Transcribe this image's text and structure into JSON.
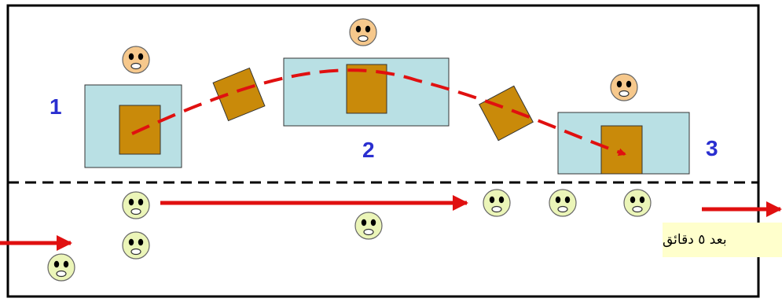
{
  "station_labels": [
    "1",
    "2",
    "3"
  ],
  "note_text": "بعد ٥ دقائق",
  "colors": {
    "station_fill": "#b9e0e4",
    "part_fill": "#c98a0a",
    "arrow": "#e01010",
    "label": "#2a2fd0",
    "worker_face": "#f6c88c",
    "waiting_face": "#ebf5b8",
    "note_bg": "#ffffcc"
  },
  "icons": [
    "worker-face-icon",
    "waiting-customer-face-icon",
    "arrow-icon"
  ]
}
